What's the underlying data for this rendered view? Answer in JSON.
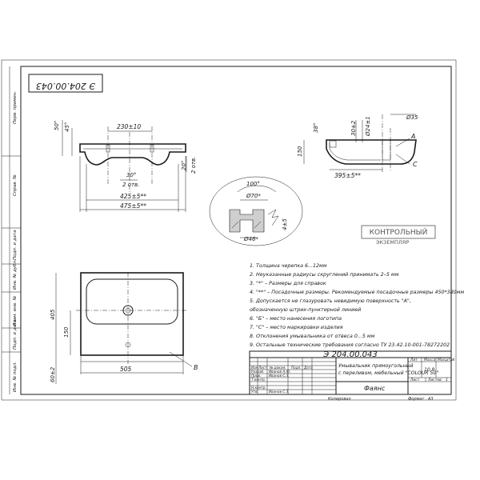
{
  "drawing": {
    "number": "Э 204.00.043",
    "number_rotated": "Э 204.00.043",
    "title_lines": [
      "Умывальник прямоугольный",
      "с переливом, мебельный \"COLOUR 50\""
    ],
    "material": "Фаянс",
    "mass": "10,9",
    "sheet_label": "Лист",
    "sheets_label": "Листов",
    "sheets_value": "1",
    "lit_label": "Лит",
    "mass_label": "Масса",
    "scale_label": "Масштаб",
    "copied_label": "Копировал",
    "format_label": "Формат",
    "format_value": "А3"
  },
  "stamp": {
    "line1": "КОНТРОЛЬНЫЙ",
    "line2": "ЭКЗЕМПЛЯР"
  },
  "title_block": {
    "headers": [
      "Изм",
      "Лист",
      "№ докум.",
      "Подп.",
      "Дата"
    ],
    "rows": [
      {
        "role": "Разраб.",
        "name": "Иванов А.Ю."
      },
      {
        "role": "Пров.",
        "name": "Иванов С.З."
      },
      {
        "role": "Т.контр.",
        "name": ""
      },
      {
        "role": "Н.контр.",
        "name": ""
      },
      {
        "role": "Утв.",
        "name": "Иванов С.З."
      }
    ]
  },
  "side_strip": [
    "Перв. примен.",
    "Справ. №",
    "Подп. и дата",
    "Инв. № дубл.",
    "Взам. инв. №",
    "Подп. и дата",
    "Инв. № подл."
  ],
  "notes": [
    "1. Толщина черепка 6...12мм",
    "2. Неуказанные радиусы скруглений принимать 2–5 мм",
    "3. \"*\" – Размеры для справок",
    "4. \"**\" – Посадочные размеры. Рекомендуемые посадочные размеры 450*380мм",
    "5. Допускается не глазуровать невидимую поверхность \"А\",",
    "обозначенную штрих-пунктирной линией",
    "6. \"Б\" – место нанесения логотипа",
    "7. \"С\" – место маркировки изделия",
    "8. Отклонения умывальника от отвеса 0...5 мм",
    "9. Остальные технические требования согласно ТУ 23.42.10-001-78272202"
  ],
  "dims": {
    "front": {
      "top_width": "230±10",
      "angle1": "50°",
      "angle2": "45°",
      "depth": "30°",
      "holes": "2 отв.",
      "angle_right": "20°",
      "holes_right": "2 отв.",
      "w1": "425±5**",
      "w2": "475±5**"
    },
    "side": {
      "angle": "38°",
      "h1": "30±2",
      "dia": "Ø24±1",
      "dia2": "Ø35",
      "h2": "150",
      "w": "395±5**",
      "label_a": "А",
      "label_c": "С"
    },
    "detail": {
      "angle": "100°",
      "dia70": "Ø70*",
      "dia46": "Ø46*",
      "h": "4±5"
    },
    "plan": {
      "h_total": "405",
      "h_hole": "150",
      "h_bottom": "60±2",
      "w": "505",
      "label_b": "В"
    }
  }
}
